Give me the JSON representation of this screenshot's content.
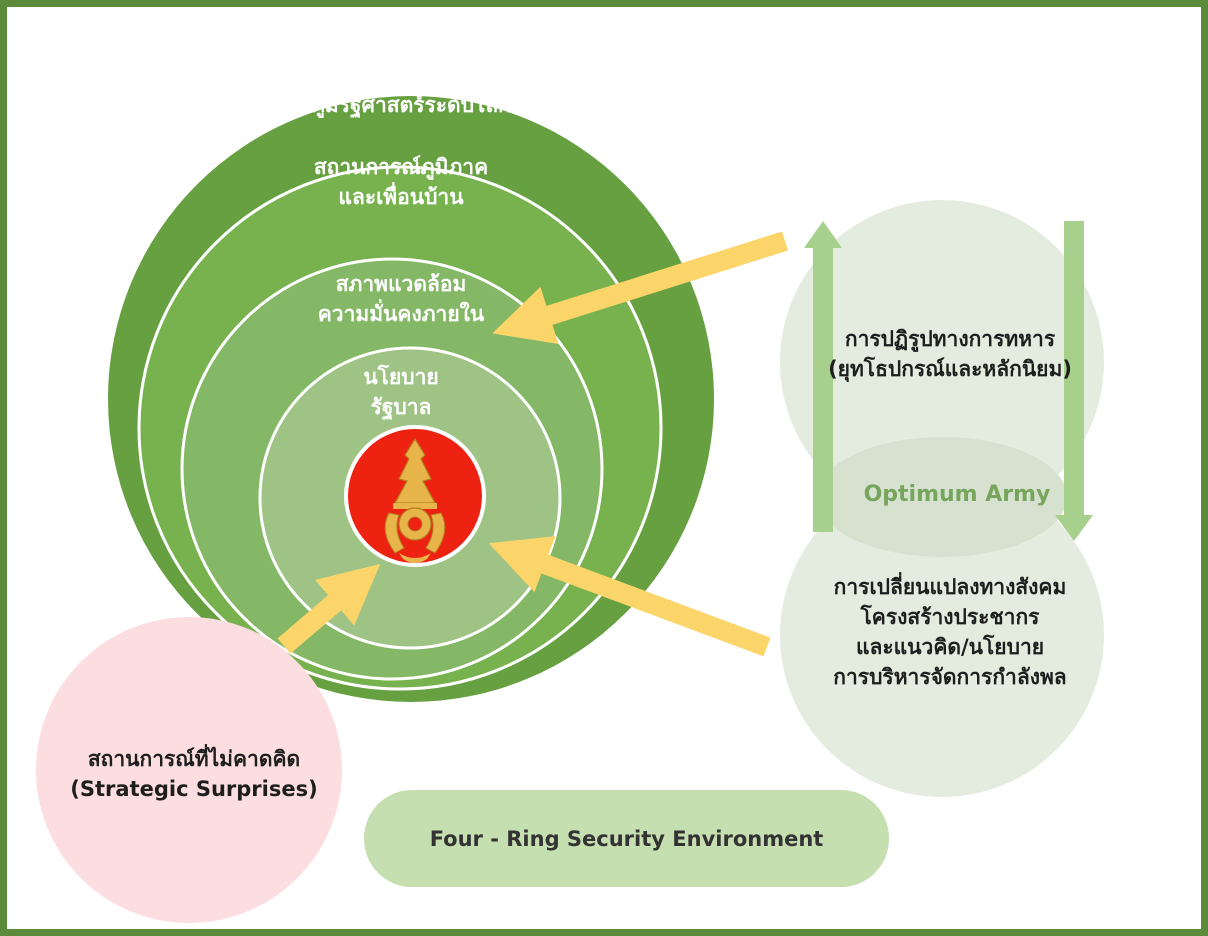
{
  "colors": {
    "frame": "#5b8a3a",
    "ring_outer": "#66a040",
    "ring_regional": "#77b24f",
    "ring_internal": "#84b866",
    "ring_policy": "#9ec384",
    "core_red": "#ee2211",
    "arrow_yellow": "#fbd46a",
    "arrow_green": "#a6d08c",
    "circle_grey": "#e4ece0",
    "circle_pink": "#fcdde0",
    "pill": "#c5dfb0",
    "optimum_text": "#77a55e"
  },
  "rings": {
    "global": "ภูมิรัฐศาสตร์ระดับโลก",
    "regional_line1": "สถานการณ์ภูมิภาค",
    "regional_line2": "และเพื่อนบ้าน",
    "internal_line1": "สภาพแวดล้อม",
    "internal_line2": "ความมั่นคงภายใน",
    "policy_line1": "นโยบาย",
    "policy_line2": "รัฐบาล"
  },
  "emblem": {
    "icon": "royal-thai-army-emblem-icon"
  },
  "right_top": {
    "line1": "การปฏิรูปทางการทหาร",
    "line2": "(ยุทโธปกรณ์และหลักนิยม)"
  },
  "right_bottom": {
    "line1": "การเปลี่ยนแปลงทางสังคม",
    "line2": "โครงสร้างประชากร",
    "line3": "และแนวคิด/นโยบาย",
    "line4": "การบริหารจัดการกำลังพล"
  },
  "optimum": "Optimum Army",
  "surprise": {
    "line1": "สถานการณ์ที่ไม่คาดคิด",
    "line2": "(Strategic Surprises)"
  },
  "footer": "Four - Ring Security Environment"
}
